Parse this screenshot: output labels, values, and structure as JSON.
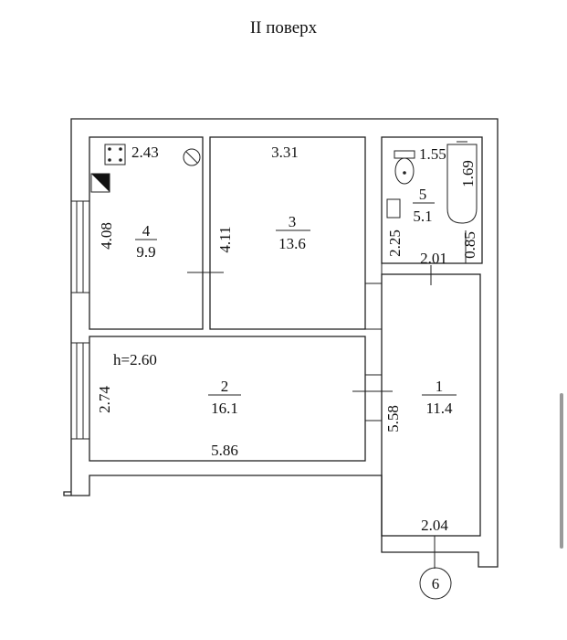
{
  "title": "II поверх",
  "rooms": [
    {
      "num": "1",
      "area": "11.4"
    },
    {
      "num": "2",
      "area": "16.1"
    },
    {
      "num": "3",
      "area": "13.6"
    },
    {
      "num": "4",
      "area": "9.9"
    },
    {
      "num": "5",
      "area": "5.1"
    }
  ],
  "dims": {
    "r4_width": "2.43",
    "r4_height": "4.08",
    "r3_width": "3.31",
    "r3_height": "4.11",
    "r5_width": "1.55",
    "r5_height_a": "1.69",
    "r5_height_b": "2.25",
    "r5_small": "0.85",
    "corr_width": "2.01",
    "r2_height_label": "h=2.60",
    "r2_side": "2.74",
    "r2_width": "5.86",
    "r1_height": "5.58",
    "r1_width": "2.04"
  },
  "entrance": "6"
}
